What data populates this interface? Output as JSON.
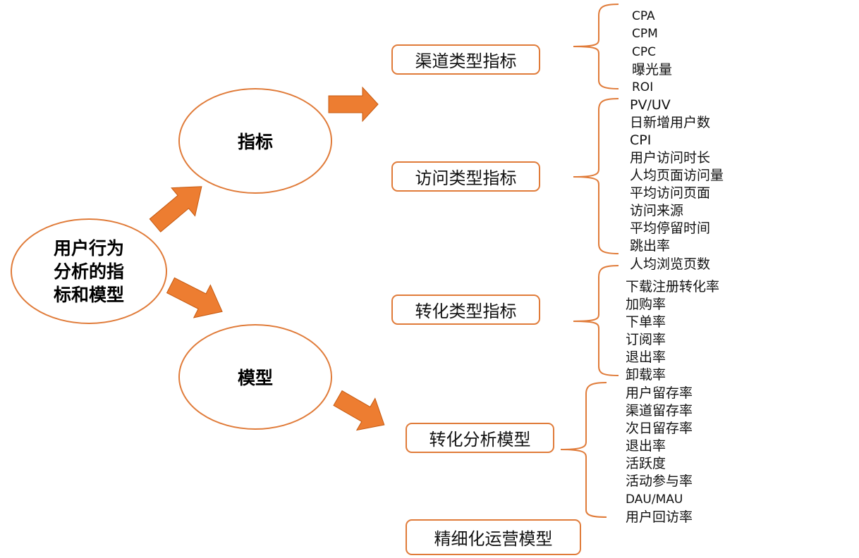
{
  "colors": {
    "accent": "#E07B39",
    "arrow_fill": "#ED7D31",
    "arrow_stroke": "#C55A11",
    "text": "#111111"
  },
  "root": {
    "label_lines": [
      "用户行为",
      "分析的指",
      "标和模型"
    ]
  },
  "branches": {
    "metrics": {
      "label": "指标"
    },
    "models": {
      "label": "模型"
    }
  },
  "categories": [
    {
      "label": "渠道类型指标",
      "items": [
        "CPA",
        "CPM",
        "CPC",
        "曝光量",
        "ROI"
      ]
    },
    {
      "label": "访问类型指标",
      "items": [
        "PV/UV",
        "日新增用户数",
        "CPI",
        "用户访问时长",
        "人均页面访问量",
        "平均访问页面",
        "访问来源",
        "平均停留时间",
        "跳出率"
      ]
    },
    {
      "label": "转化类型指标",
      "items": [
        "人均浏览页数",
        "下载注册转化率",
        "加购率",
        "下单率",
        "订阅率",
        "退出率",
        "卸载率"
      ]
    },
    {
      "label": "转化分析模型",
      "items": [
        "用户留存率",
        "渠道留存率",
        "次日留存率",
        "退出率",
        "活跃度",
        "活动参与率",
        "DAU/MAU",
        "用户回访率"
      ]
    },
    {
      "label": "精细化运营模型",
      "items": []
    }
  ]
}
